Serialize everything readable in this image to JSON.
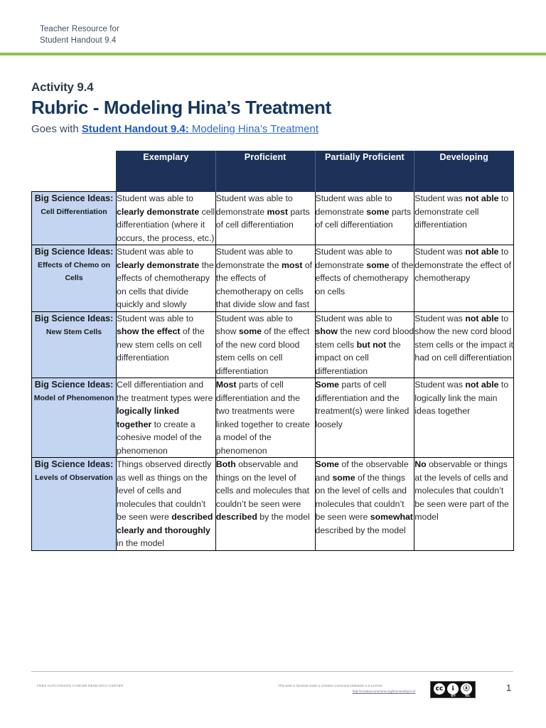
{
  "header": {
    "line1": "Teacher Resource for",
    "line2": "Student Handout 9.4",
    "rule_color": "#8cc355"
  },
  "title": {
    "activity": "Activity 9.4",
    "main": "Rubric - Modeling Hina’s Treatment",
    "goes_with_prefix": "Goes with ",
    "goes_with_link_bold": "Student Handout 9.4:",
    "goes_with_link_rest": " Modeling Hina’s Treatment "
  },
  "colors": {
    "header_navy": "#1c3258",
    "label_blue": "#c3d5f0",
    "accent_green": "#8cc355",
    "title_navy": "#15365e",
    "link_blue": "#1f5cc0"
  },
  "table": {
    "corner_label": "",
    "columns": [
      "Exemplary",
      "Proficient",
      "Partially Proficient",
      "Developing"
    ],
    "rows": [
      {
        "label_big": "Big Science Ideas:",
        "label_small": "Cell Differentiation",
        "cells": [
          "Student was able to <b>clearly demonstrate</b> cell differentiation (where it occurs, the process, etc.)",
          "Student was able to demonstrate <b>most</b> parts of cell differentiation",
          "Student was able to demonstrate <b>some</b> parts of cell differentiation",
          "Student was <b>not able</b> to demonstrate cell differentiation"
        ]
      },
      {
        "label_big": "Big Science Ideas:",
        "label_small": "Effects of Chemo on Cells",
        "cells": [
          "Student was able to <b>clearly demonstrate</b> the effects of chemotherapy on cells that divide quickly and slowly",
          "Student was able to demonstrate the <b>most</b> of the effects of chemotherapy on cells that divide slow and fast",
          "Student was able to demonstrate <b>some</b> of the effects of chemotherapy on cells",
          "Student was <b>not able</b> to demonstrate the effect of chemotherapy"
        ]
      },
      {
        "label_big": "Big Science Ideas:",
        "label_small": "New Stem Cells",
        "cells": [
          "Student was able to <b>show the effect</b> of the new stem cells on cell differentiation",
          "Student was able to show <b>some</b> of the effect of the new cord blood stem cells on cell differentiation",
          "Student was able to <b>show</b> the new cord blood stem cells <b>but not</b> the impact on cell differentiation",
          "Student was <b>not able</b> to show the new cord blood stem cells or the impact it had on cell differentiation"
        ]
      },
      {
        "label_big": "Big Science Ideas:",
        "label_small": "Model of Phenomenon",
        "cells": [
          "Cell differentiation and the treatment types were <b>logically linked together</b> to create a cohesive model of the phenomenon",
          "<b>Most</b> parts of cell differentiation and the two treatments were linked together to create a model of the phenomenon",
          "<b>Some</b> parts of cell differentiation and the treatment(s) were linked loosely",
          "Student was <b>not able</b> to logically link the main ideas together"
        ]
      },
      {
        "label_big": "Big Science Ideas:",
        "label_small": "Levels of Observation",
        "cells": [
          "Things observed directly as well as things on the level of cells and molecules that couldn’t be seen were <b>described clearly and thoroughly</b> in the model",
          "<b>Both</b> observable and things on the level of cells and molecules that couldn’t be seen were <b>described</b> by the model",
          "<b>Some</b> of the observable and <b>some</b> of the things on the level of cells and molecules that couldn’t be seen were <b>somewhat</b> described by the model",
          "<b>No</b> observable or things at the levels of cells and molecules that couldn’t be seen were part of the model"
        ]
      }
    ]
  },
  "footer": {
    "organization": "FRED HUTCHINSON CANCER RESEARCH CENTER",
    "license_text": "This work is licensed under a Creative Commons Attribution 4.0 License:",
    "license_url": "http://creativecommons.org/licenses/by/4.0/",
    "badge": {
      "cc": "cc",
      "by_glyph": "ℹ",
      "nc_glyph": "ⓧ",
      "by_label": "BY",
      "nc_label": "NC"
    },
    "page_number": "1"
  }
}
